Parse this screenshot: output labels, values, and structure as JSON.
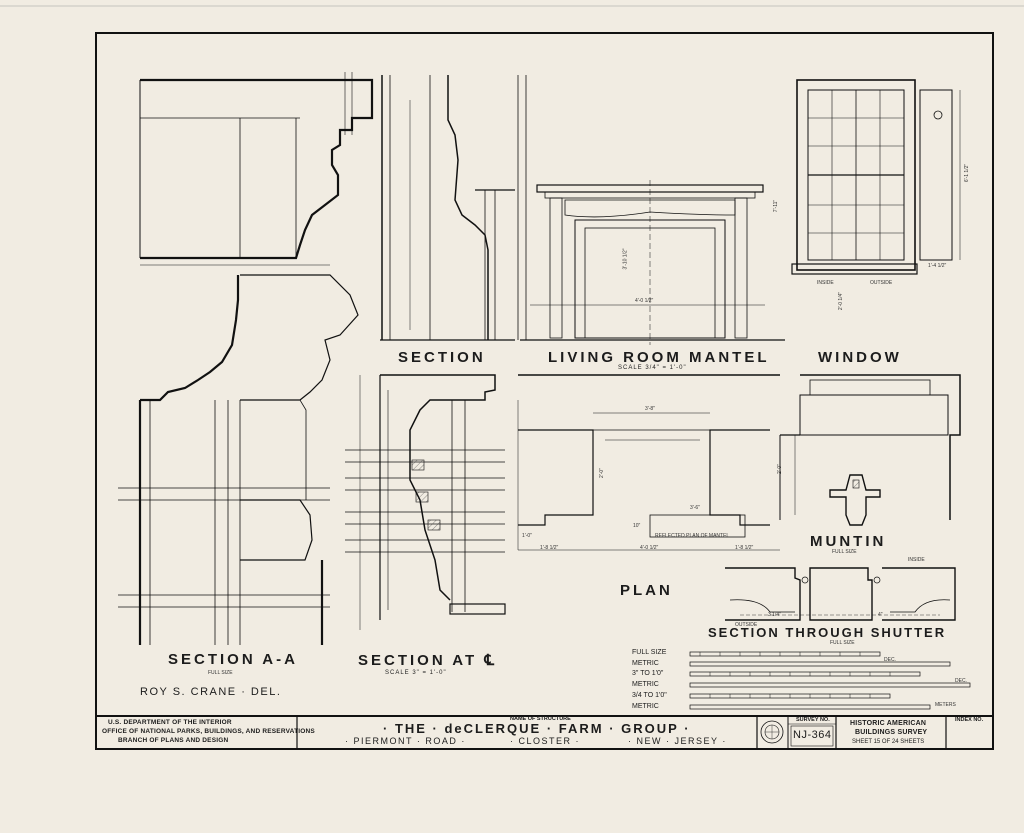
{
  "drawing": {
    "labels": {
      "section_aa": "SECTION A-A",
      "section_aa_scale": "FULL SIZE",
      "section_left": "SECTION",
      "mantel": "LIVING ROOM MANTEL",
      "mantel_scale": "SCALE 3/4\" = 1'-0\"",
      "window": "WINDOW",
      "inside": "INSIDE",
      "outside": "OUTSIDE",
      "section_at": "SECTION AT ℄",
      "section_at_scale": "SCALE 3\" = 1'-0\"",
      "plan": "PLAN",
      "reflected_plan": "REFLECTED PLAN OF MANTEL",
      "muntin": "MUNTIN",
      "muntin_scale": "FULL SIZE",
      "shutter": "SECTION THROUGH SHUTTER",
      "shutter_scale": "FULL SIZE",
      "shutter_inside": "INSIDE",
      "shutter_outside": "OUTSIDE",
      "delineator": "ROY S. CRANE · DEL."
    },
    "dimensions": {
      "plan_top": "3'-8\"",
      "plan_height": "2'-0\"",
      "plan_inner": "3'-6\"",
      "plan_left": "1'-8 1/2\"",
      "plan_mid": "4'-0 1/2\"",
      "plan_right": "1'-8 1/2\"",
      "plan_small": "10\"",
      "plan_side": "1'-0\"",
      "mantel_width": "4'-0 1/2\"",
      "mantel_height": "3'-10 1/2\"",
      "window_height": "7'-11\"",
      "window_overall": "6'-1 1/2\"",
      "window_sill": "1'-4 1/2\"",
      "window_left": "2'-0 1/4\"",
      "muntin_height": "2'-0\"",
      "shutter_a": "3 1/4\"",
      "shutter_b": "4\""
    },
    "scales": {
      "full_size": "FULL SIZE",
      "metric1": "METRIC",
      "three_in": "3\" TO 1'0\"",
      "metric2": "METRIC",
      "three_quarter": "3/4 TO 1'0\"",
      "metric3": "METRIC",
      "dec": "DEC.",
      "dec2": "DEC.",
      "meters": "METERS"
    }
  },
  "title_block": {
    "agency_1": "U.S. DEPARTMENT OF THE INTERIOR",
    "agency_2": "OFFICE OF NATIONAL PARKS, BUILDINGS, AND RESERVATIONS",
    "agency_3": "BRANCH OF PLANS AND DESIGN",
    "name_label": "NAME OF STRUCTURE",
    "name": "· THE · deCLERQUE · FARM · GROUP ·",
    "location_1": "· PIERMONT · ROAD ·",
    "location_2": "· CLOSTER ·",
    "location_3": "· NEW · JERSEY ·",
    "survey_label": "SURVEY NO.",
    "survey_no": "NJ-364",
    "habs_1": "HISTORIC AMERICAN",
    "habs_2": "BUILDINGS SURVEY",
    "sheet": "SHEET 15 OF 24 SHEETS",
    "index_label": "INDEX NO."
  }
}
